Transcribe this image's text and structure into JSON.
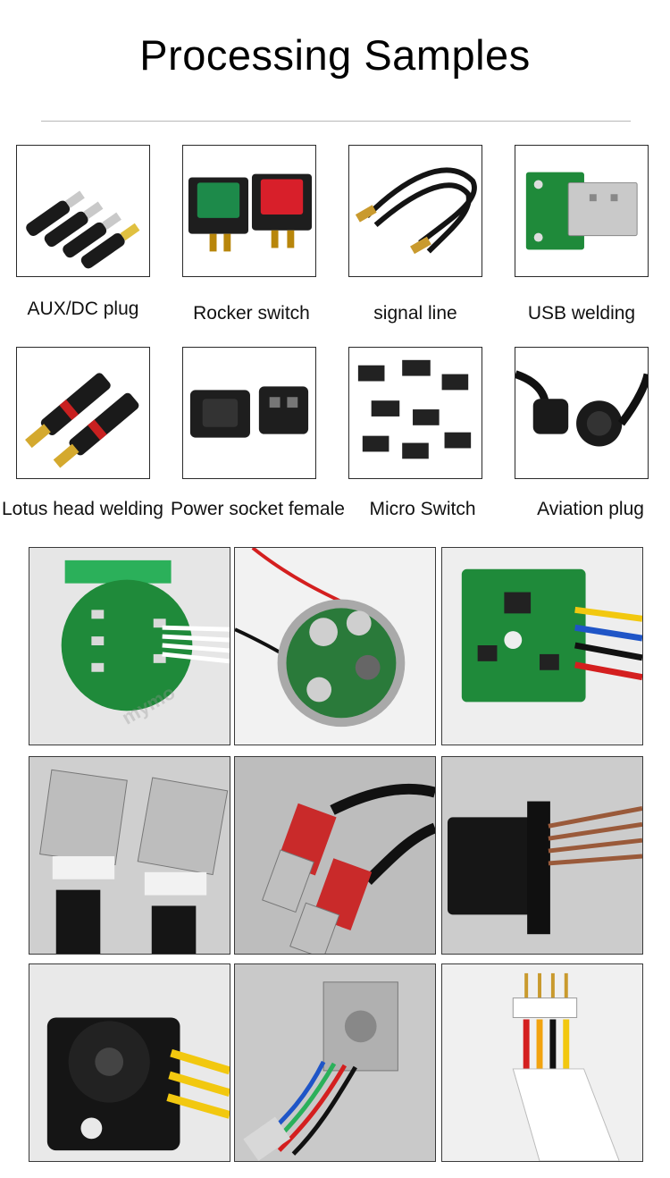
{
  "page": {
    "title": "Processing Samples"
  },
  "products": [
    {
      "label": "AUX/DC plug"
    },
    {
      "label": "Rocker switch"
    },
    {
      "label": "signal line"
    },
    {
      "label": "USB welding"
    },
    {
      "label": "Lotus head welding"
    },
    {
      "label": "Power socket female"
    },
    {
      "label": "Micro Switch"
    },
    {
      "label": "Aviation plug"
    }
  ],
  "watermark": "mymo",
  "colors": {
    "pcb_green": "#1f8a3a",
    "wire_red": "#d41f1f",
    "wire_yellow": "#f2c80f",
    "wire_blue": "#1f55c7"
  }
}
